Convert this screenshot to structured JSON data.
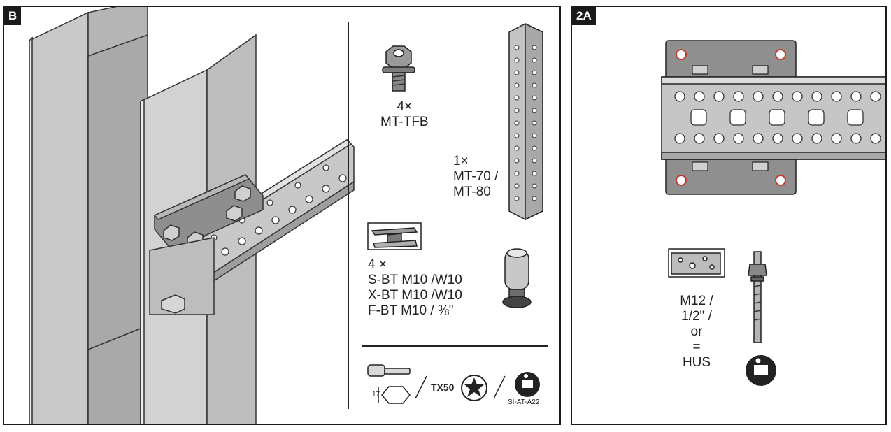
{
  "panel_b": {
    "tag": "B",
    "screw": {
      "qty": "4×",
      "code": "MT-TFB"
    },
    "rail": {
      "qty": "1×",
      "code1": "MT-70 /",
      "code2": "MT-80"
    },
    "clamp": {
      "qty": "4 ×",
      "line1": "S-BT M10 /W10",
      "line2": "X-BT M10 /W10",
      "line3": "F-BT M10 / ⅜\""
    },
    "tools": {
      "wrench_size": "17",
      "torx": "TX50",
      "doc_ref": "SI-AT-A22"
    }
  },
  "panel_2a": {
    "tag": "2A",
    "anchor": {
      "line1": "M12 /",
      "line2": "1/2\" /",
      "line3": "or",
      "line4": "=",
      "line5": "HUS"
    }
  },
  "icons": [
    "hex-screw-icon",
    "channel-rail-icon",
    "beam-clamp-icon",
    "threaded-stud-icon",
    "wrench-icon",
    "hex-socket-icon",
    "torx-icon",
    "manual-reading-icon",
    "concrete-block-icon",
    "anchor-bolt-icon"
  ]
}
